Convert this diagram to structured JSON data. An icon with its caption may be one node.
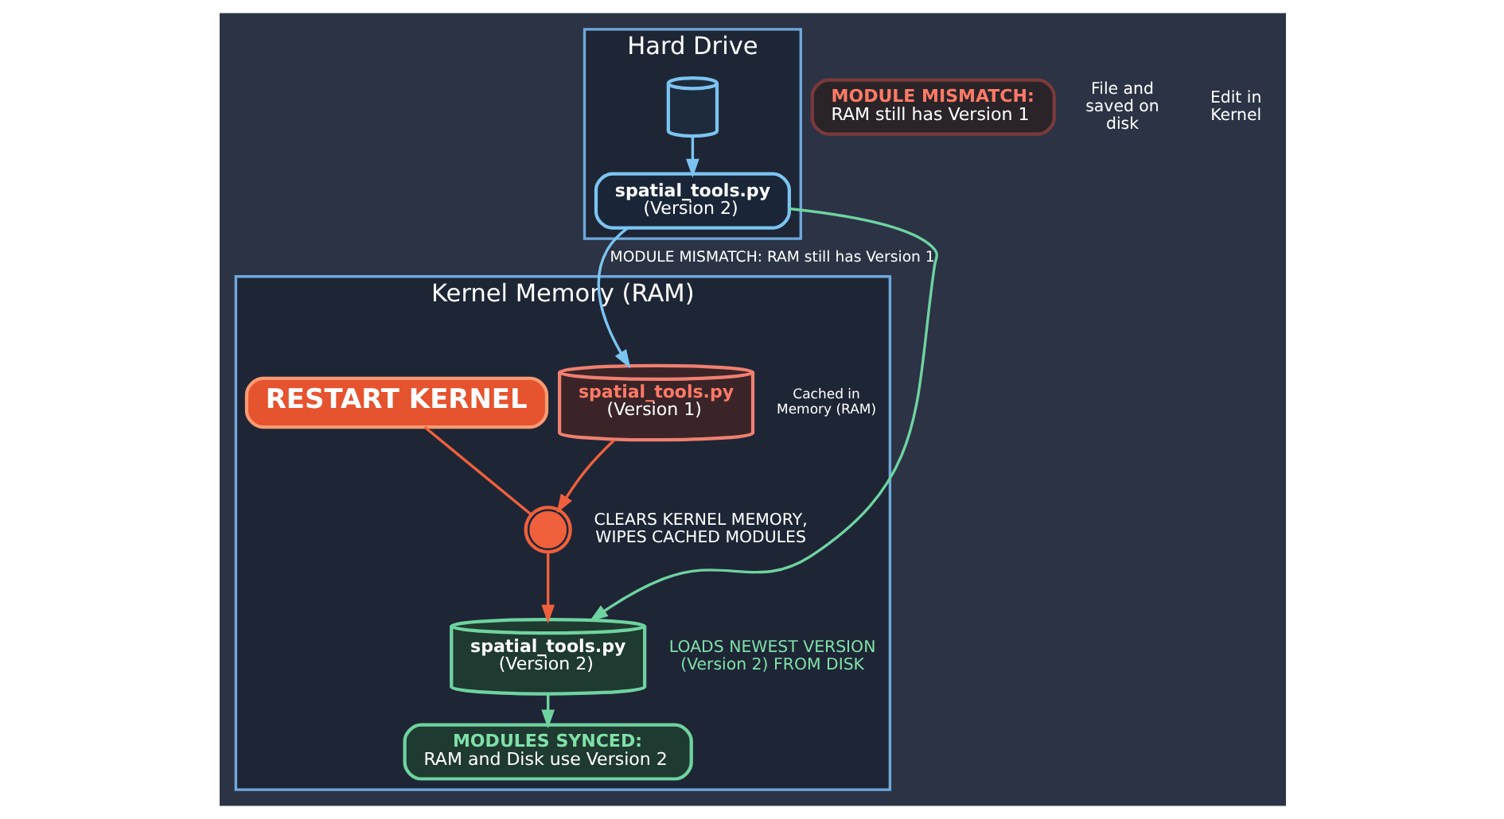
{
  "diagram": {
    "nodes": [
      {
        "text": [
          "Hard Drive"
        ]
      },
      {
        "text": [
          "Kernel Memory (RAM)"
        ]
      },
      {
        "text": [],
        "shape": "cylinder",
        "in": 0
      },
      {
        "text": [
          "spatial_tools.py",
          "(Version 2)"
        ],
        "in": 0
      },
      {
        "text": [
          "RESTART KERNEL"
        ],
        "in": 1
      },
      {
        "text": [
          "spatial_tools.py",
          "(Version 1)"
        ],
        "in": 1,
        "beside": [
          "Cached in Memory (RAM)"
        ]
      },
      {
        "text": [],
        "shape": "cloud",
        "in": 1,
        "beside": [
          "CLEARS KERNEL MEMORY, WIPES CACHED MODULES"
        ]
      },
      {
        "text": [
          "spatial_tools.py",
          "(Version 2)"
        ],
        "in": 1,
        "beside": [
          "LOADS NEWEST VERSION (Version 2) FROM DISK"
        ]
      },
      {
        "text": [
          "MODULES SYNCED:",
          "RAM and Disk use Version 2"
        ],
        "in": 1
      },
      {
        "text": [
          "MODULE MISMATCH:",
          "RAM still has Version 1"
        ]
      }
    ],
    "edges": [
      {
        "from": 2,
        "to": 3,
        "arrow": "to",
        "color": "#7cc4f0"
      },
      {
        "from": 3,
        "to": 5,
        "arrow": "to",
        "color": "#7cc4f0",
        "label": "MODULE MISMATCH: RAM still has Version 1"
      },
      {
        "from": 5,
        "to": 6,
        "arrow": "to",
        "color": "#f0603c"
      },
      {
        "from": 4,
        "to": 6,
        "arrow": "none",
        "color": "#f0603c"
      },
      {
        "from": 6,
        "to": 7,
        "arrow": "to",
        "color": "#f0603c"
      },
      {
        "from": 3,
        "to": 7,
        "arrow": "to",
        "color": "#6fd3a0"
      },
      {
        "from": 7,
        "to": 8,
        "arrow": "to",
        "color": "#6fd3a0"
      }
    ],
    "labels": [
      "File and saved on disk",
      "Edit in Kernel"
    ]
  }
}
